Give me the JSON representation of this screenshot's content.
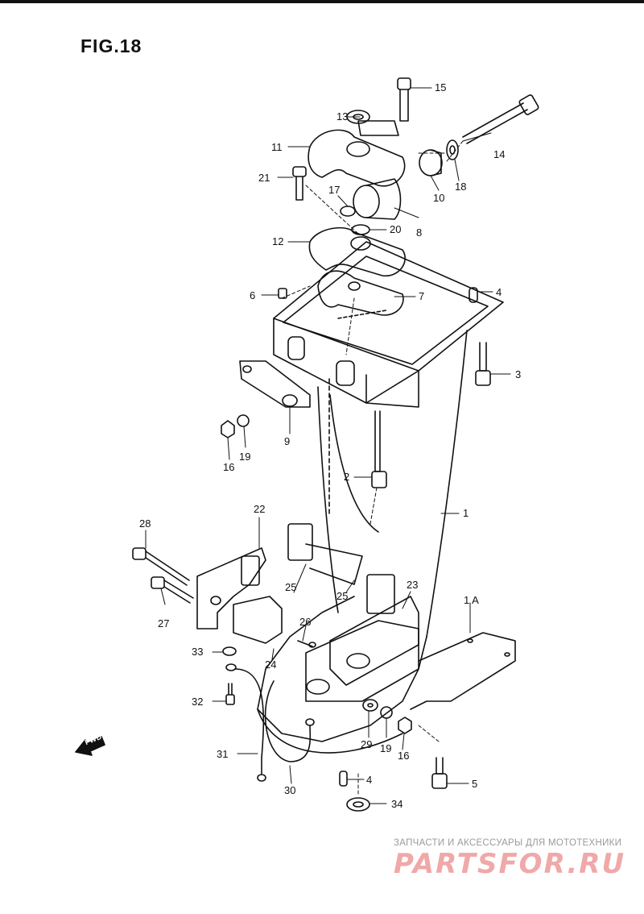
{
  "figure": {
    "title": "FIG.18"
  },
  "fwd_label": "FWD",
  "watermark": {
    "tagline": "ЗАПЧАСТИ И АКСЕССУАРЫ ДЛЯ МОТОТЕХНИКИ",
    "logo": "PARTSFOR.RU"
  },
  "parts": [
    {
      "id": "15",
      "label": "15"
    },
    {
      "id": "14",
      "label": "14"
    },
    {
      "id": "13",
      "label": "13"
    },
    {
      "id": "11",
      "label": "11"
    },
    {
      "id": "21",
      "label": "21"
    },
    {
      "id": "10",
      "label": "10"
    },
    {
      "id": "18",
      "label": "18"
    },
    {
      "id": "17",
      "label": "17"
    },
    {
      "id": "8",
      "label": "8"
    },
    {
      "id": "12",
      "label": "12"
    },
    {
      "id": "20",
      "label": "20"
    },
    {
      "id": "6",
      "label": "6"
    },
    {
      "id": "4a",
      "label": "4"
    },
    {
      "id": "7",
      "label": "7"
    },
    {
      "id": "3",
      "label": "3"
    },
    {
      "id": "9",
      "label": "9"
    },
    {
      "id": "19a",
      "label": "19"
    },
    {
      "id": "16a",
      "label": "16"
    },
    {
      "id": "2",
      "label": "2"
    },
    {
      "id": "1",
      "label": "1"
    },
    {
      "id": "22",
      "label": "22"
    },
    {
      "id": "28",
      "label": "28"
    },
    {
      "id": "1A",
      "label": "1 A"
    },
    {
      "id": "23",
      "label": "23"
    },
    {
      "id": "25a",
      "label": "25"
    },
    {
      "id": "25b",
      "label": "25"
    },
    {
      "id": "27",
      "label": "27"
    },
    {
      "id": "26",
      "label": "26"
    },
    {
      "id": "33",
      "label": "33"
    },
    {
      "id": "24",
      "label": "24"
    },
    {
      "id": "32",
      "label": "32"
    },
    {
      "id": "29",
      "label": "29"
    },
    {
      "id": "19b",
      "label": "19"
    },
    {
      "id": "16b",
      "label": "16"
    },
    {
      "id": "31",
      "label": "31"
    },
    {
      "id": "30",
      "label": "30"
    },
    {
      "id": "4b",
      "label": "4"
    },
    {
      "id": "34",
      "label": "34"
    },
    {
      "id": "5",
      "label": "5"
    }
  ]
}
